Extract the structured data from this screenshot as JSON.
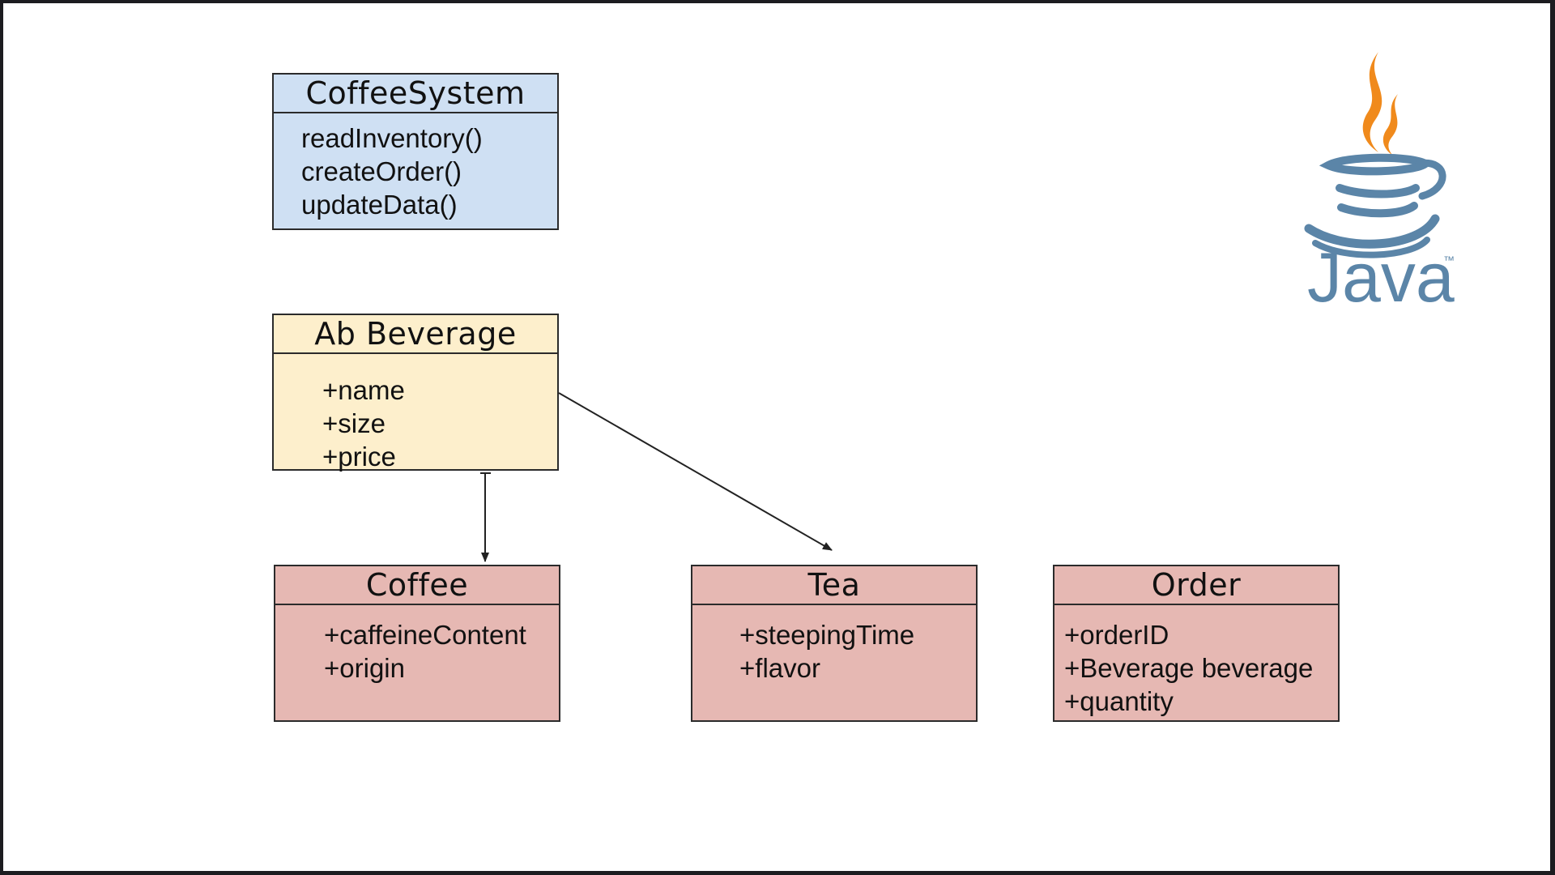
{
  "classes": {
    "coffee_system": {
      "name": "CoffeeSystem",
      "members": [
        "readInventory()",
        "createOrder()",
        "updateData()"
      ]
    },
    "beverage": {
      "name": "Ab Beverage",
      "members": [
        "+name",
        "+size",
        "+price"
      ]
    },
    "coffee": {
      "name": "Coffee",
      "members": [
        "+caffeineContent",
        "+origin"
      ]
    },
    "tea": {
      "name": "Tea",
      "members": [
        "+steepingTime",
        "+flavor"
      ]
    },
    "order": {
      "name": "Order",
      "members": [
        "+orderID",
        "+Beverage beverage",
        "+quantity"
      ]
    }
  },
  "relations": [
    {
      "from": "Ab Beverage",
      "to": "Coffee"
    },
    {
      "from": "Ab Beverage",
      "to": "Tea"
    }
  ],
  "logo": {
    "text": "Java",
    "trademark": "™",
    "icon": "java-coffee-cup-icon",
    "colors": {
      "flame": "#f08a1c",
      "cup": "#5b85a8"
    }
  },
  "colors": {
    "coffee_system_fill": "#cfe0f3",
    "beverage_fill": "#fdefcc",
    "subclass_fill": "#e6b8b3"
  }
}
